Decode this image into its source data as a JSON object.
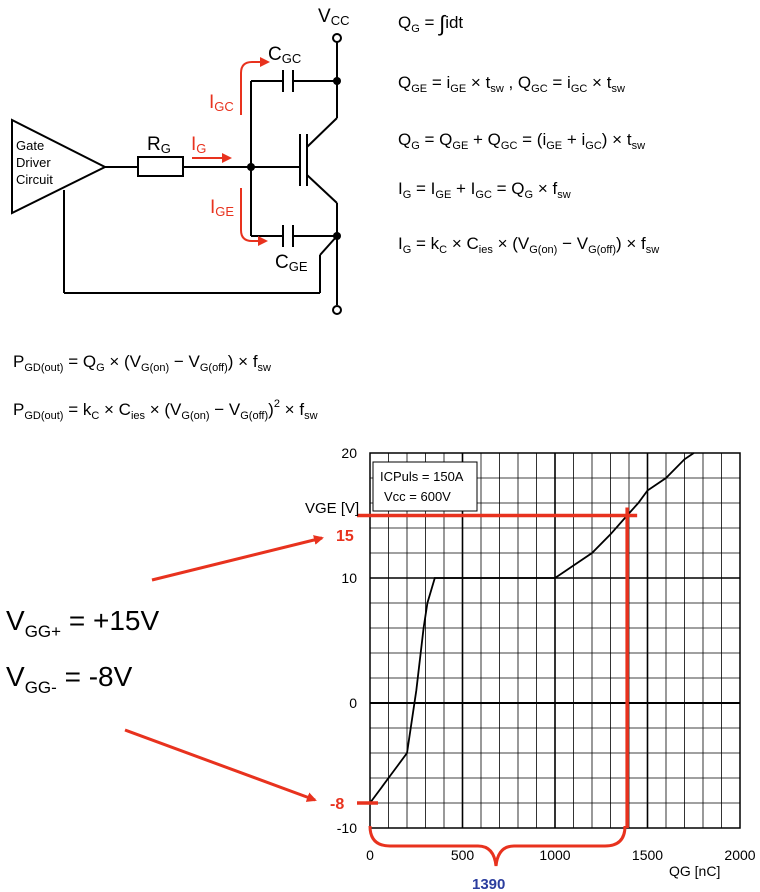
{
  "circuit": {
    "driver_label_lines": [
      "Gate",
      "Driver",
      "Circuit"
    ],
    "vcc_label": {
      "main": "V",
      "sub": "CC"
    },
    "rg_label": {
      "main": "R",
      "sub": "G"
    },
    "ig_label": {
      "main": "I",
      "sub": "G"
    },
    "igc_label": {
      "main": "I",
      "sub": "GC"
    },
    "ige_label": {
      "main": "I",
      "sub": "GE"
    },
    "cgc_label": {
      "main": "C",
      "sub": "GC"
    },
    "cge_label": {
      "main": "C",
      "sub": "GE"
    },
    "colors": {
      "wire": "#000000",
      "current": "#e8321e"
    }
  },
  "equations": {
    "qg": "Q_G = ∫ idt",
    "qge_qgc": "Q_GE = i_GE × t_sw ,  Q_GC = i_GC × t_sw",
    "qg_sum": "Q_G = Q_GE + Q_GC = (i_GE + i_GC) × t_sw",
    "ig_sum": "I_G = I_GE + I_GC = Q_G × f_sw",
    "ig_k": "I_G = k_C × C_ies × (V_G(on) − V_G(off)) × f_sw",
    "pgd1": "P_GD(out) = Q_G × (V_G(on) − V_G(off)) × f_sw",
    "pgd2": "P_GD(out) = k_C × C_ies × (V_G(on) − V_G(off))² × f_sw"
  },
  "vgg": {
    "plus": {
      "main": "V",
      "sub": "GG+",
      "value": " = +15V"
    },
    "minus": {
      "main": "V",
      "sub": "GG-",
      "value": " = -8V"
    }
  },
  "chart_data": {
    "type": "line",
    "xlabel": "QG [nC]",
    "ylabel": "VGE [V]",
    "xlim": [
      0,
      2000
    ],
    "ylim": [
      -10,
      20
    ],
    "x_ticks": [
      0,
      500,
      1000,
      1500,
      2000
    ],
    "y_ticks": [
      20,
      10,
      0,
      -10
    ],
    "grid": true,
    "legend_lines": [
      "ICPuls = 150A",
      "Vcc = 600V"
    ],
    "series": [
      {
        "x": [
          0,
          50,
          100,
          150,
          200,
          250,
          290,
          310,
          350,
          400,
          500,
          700,
          900,
          1000,
          1050,
          1100,
          1200,
          1300,
          1390,
          1450,
          1500,
          1600,
          1700,
          1750
        ],
        "y": [
          -8,
          -7,
          -6,
          -5,
          -4,
          1,
          6,
          8,
          10,
          10,
          10,
          10,
          10,
          10,
          10.5,
          11,
          12,
          13.5,
          15,
          16,
          17,
          18,
          19.5,
          20
        ]
      }
    ],
    "annotations": {
      "vge_high": 15,
      "vge_low": -8,
      "qg_value": 1390,
      "label_15": "15",
      "label_m8": "-8",
      "label_1390": "1390"
    },
    "colors": {
      "marker": "#e8321e",
      "qg_label": "#2b3d9e"
    }
  }
}
